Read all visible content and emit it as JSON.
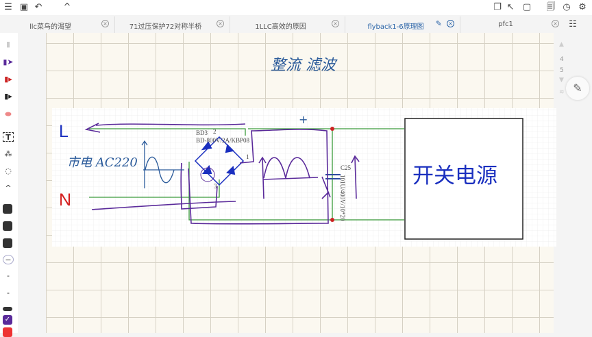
{
  "toolbar": {
    "left_icons": [
      "menu-icon",
      "document-icon",
      "undo-icon",
      "chevron-up-icon"
    ],
    "right_icons": [
      "copy-icon",
      "cursor-icon",
      "page-icon",
      "search-doc-icon",
      "clock-icon",
      "settings-icon"
    ]
  },
  "tabs": [
    {
      "label": "llc菜鸟的渴望",
      "active": false
    },
    {
      "label": "71过压保护72对称半桥",
      "active": false
    },
    {
      "label": "1LLC高效的原因",
      "active": false
    },
    {
      "label": "flyback1-6原理图",
      "active": true
    },
    {
      "label": "pfc1",
      "active": false
    }
  ],
  "pages": {
    "current": "4",
    "next": "5"
  },
  "note": {
    "title_handwritten": "整流 滤波",
    "mains_handwritten": "市电 AC220",
    "plus_sign": "+",
    "line_label": "L",
    "neutral_label": "N",
    "bridge_ref": "BD3",
    "bridge_part": "BD-800V/2A/KBP08",
    "pin1": "1",
    "pin2": "2",
    "pin3": "3",
    "cap_ref": "C25",
    "cap_value": "101U/400V/10*20",
    "block_label": "开关电源"
  },
  "colors": {
    "L": "#1a2fbf",
    "N": "#d42020",
    "wire": "#3a9a3a",
    "ink": "#5a2a9a",
    "pen_blue": "#2a5a9a",
    "accent": "#2a64a8"
  }
}
